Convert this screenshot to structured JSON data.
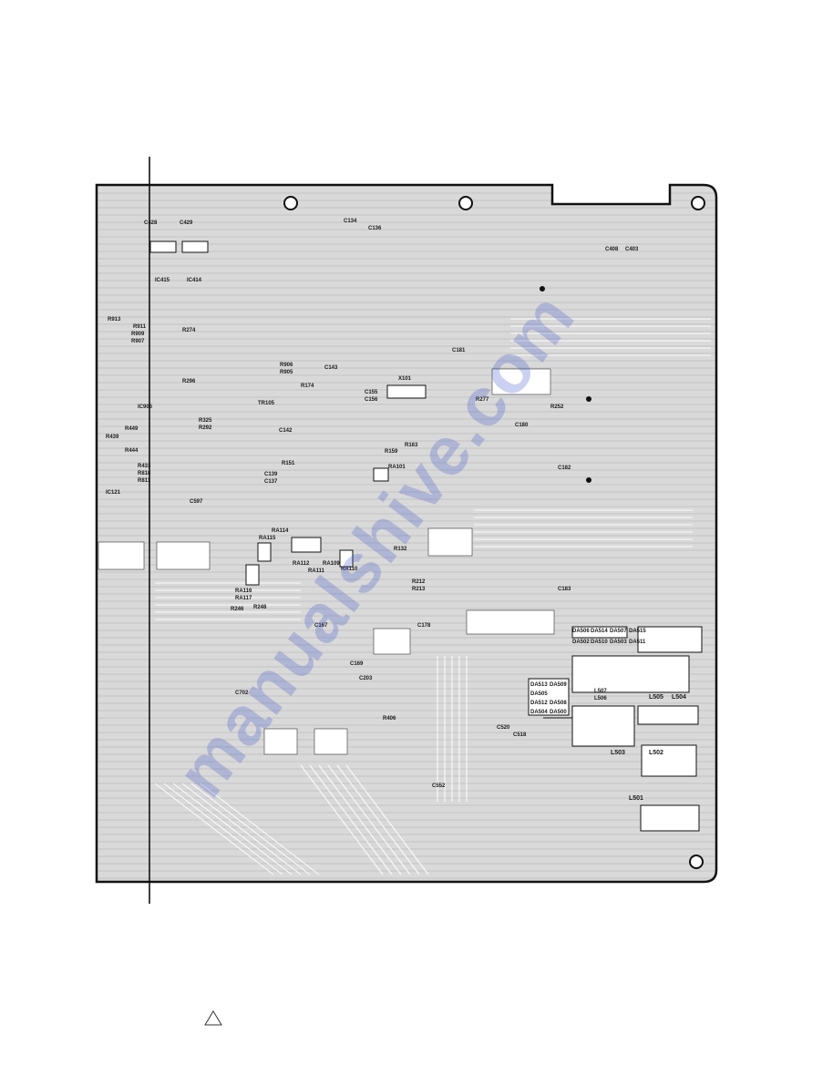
{
  "watermark": "manualshive.com",
  "labels": [
    {
      "t": "C428"
    },
    {
      "t": "C429"
    },
    {
      "t": "IC415"
    },
    {
      "t": "IC414"
    },
    {
      "t": "R913"
    },
    {
      "t": "R911"
    },
    {
      "t": "R909"
    },
    {
      "t": "R907"
    },
    {
      "t": "R906"
    },
    {
      "t": "R905"
    },
    {
      "t": "R325"
    },
    {
      "t": "R292"
    },
    {
      "t": "R439"
    },
    {
      "t": "R444"
    },
    {
      "t": "R433"
    },
    {
      "t": "R818"
    },
    {
      "t": "R811"
    },
    {
      "t": "IC121"
    },
    {
      "t": "IC906"
    },
    {
      "t": "R449"
    },
    {
      "t": "TR105"
    },
    {
      "t": "C142"
    },
    {
      "t": "C143"
    },
    {
      "t": "R174"
    },
    {
      "t": "X101"
    },
    {
      "t": "R159"
    },
    {
      "t": "R163"
    },
    {
      "t": "C155"
    },
    {
      "t": "C156"
    },
    {
      "t": "RA101"
    },
    {
      "t": "R151"
    },
    {
      "t": "C139"
    },
    {
      "t": "C137"
    },
    {
      "t": "RA115"
    },
    {
      "t": "RA114"
    },
    {
      "t": "RA112"
    },
    {
      "t": "RA111"
    },
    {
      "t": "RA109"
    },
    {
      "t": "RA110"
    },
    {
      "t": "RA116"
    },
    {
      "t": "RA117"
    },
    {
      "t": "R132"
    },
    {
      "t": "R212"
    },
    {
      "t": "R213"
    },
    {
      "t": "R246"
    },
    {
      "t": "R248"
    },
    {
      "t": "C167"
    },
    {
      "t": "C169"
    },
    {
      "t": "C178"
    },
    {
      "t": "C203"
    },
    {
      "t": "R406"
    },
    {
      "t": "C520"
    },
    {
      "t": "C518"
    },
    {
      "t": "C552"
    },
    {
      "t": "C702"
    },
    {
      "t": "DA506"
    },
    {
      "t": "DA514"
    },
    {
      "t": "DA507"
    },
    {
      "t": "DA515"
    },
    {
      "t": "DA502"
    },
    {
      "t": "DA510"
    },
    {
      "t": "DA503"
    },
    {
      "t": "DA511"
    },
    {
      "t": "DA513"
    },
    {
      "t": "DA509"
    },
    {
      "t": "DA505"
    },
    {
      "t": "DA512"
    },
    {
      "t": "DA508"
    },
    {
      "t": "DA504"
    },
    {
      "t": "DA500"
    },
    {
      "t": "L505"
    },
    {
      "t": "L504"
    },
    {
      "t": "L503"
    },
    {
      "t": "L502"
    },
    {
      "t": "L501"
    },
    {
      "t": "L507"
    },
    {
      "t": "L506"
    },
    {
      "t": "C181"
    },
    {
      "t": "C180"
    },
    {
      "t": "C182"
    },
    {
      "t": "C183"
    },
    {
      "t": "R277"
    },
    {
      "t": "R252"
    },
    {
      "t": "C134"
    },
    {
      "t": "C136"
    },
    {
      "t": "C408"
    },
    {
      "t": "C403"
    },
    {
      "t": "C597"
    },
    {
      "t": "R296"
    },
    {
      "t": "R274"
    }
  ]
}
